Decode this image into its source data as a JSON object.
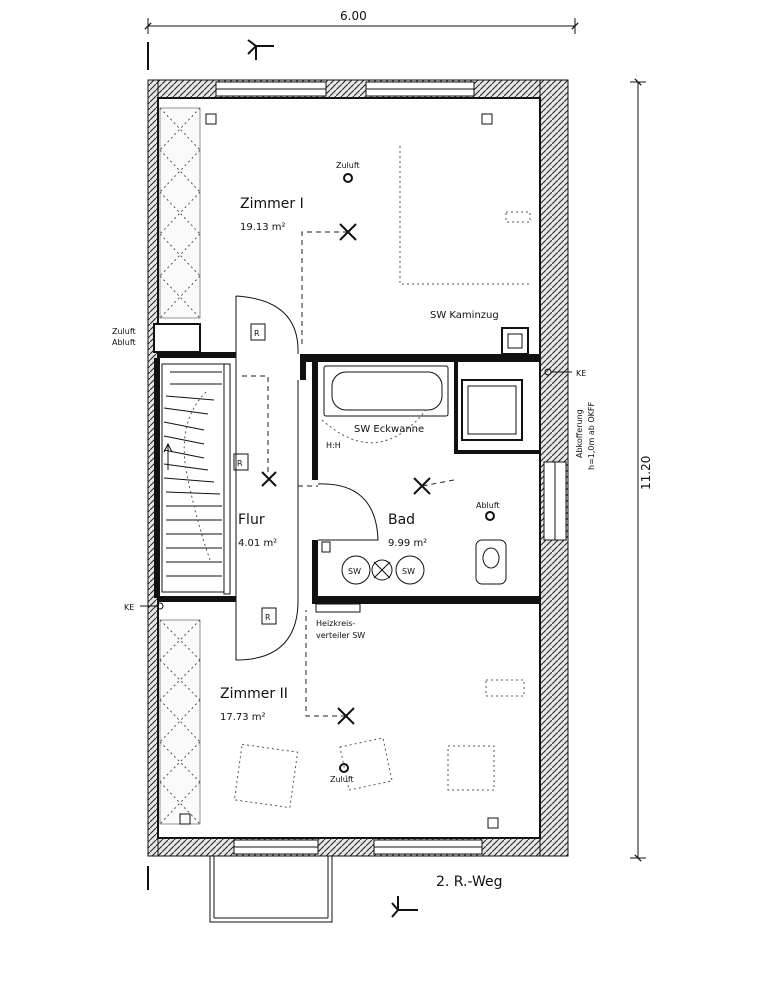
{
  "dimensions": {
    "width": "6.00",
    "height": "11.20"
  },
  "rooms": [
    {
      "name": "Zimmer I",
      "area": "19.13 m²"
    },
    {
      "name": "Flur",
      "area": "4.01 m²"
    },
    {
      "name": "Bad",
      "area": "9.99 m²"
    },
    {
      "name": "Zimmer II",
      "area": "17.73 m²"
    }
  ],
  "labels": {
    "zuluft": "Zuluft",
    "abluft": "Abluft",
    "zuluft_abluft_1": "Zuluft",
    "zuluft_abluft_2": "Abluft",
    "kaminzug": "SW Kaminzug",
    "eckwanne": "SW Eckwanne",
    "hh": "H:H",
    "ke": "KE",
    "abkofferung_1": "Abkofferung",
    "abkofferung_2": "h=1,0m ab OKFF",
    "heizkreis_1": "Heizkreis-",
    "heizkreis_2": "verteiler SW",
    "sw": "SW",
    "rweg": "2. R.-Weg",
    "r": "R"
  }
}
